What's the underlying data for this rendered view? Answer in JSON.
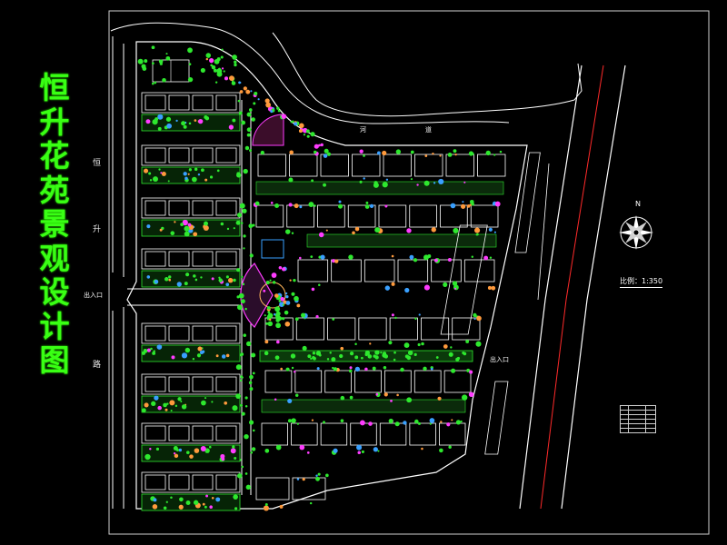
{
  "title_chars": [
    "恒",
    "升",
    "花",
    "苑",
    "景",
    "观",
    "设",
    "计",
    "图"
  ],
  "road_west": [
    "恒",
    "升",
    "路"
  ],
  "labels": {
    "river": "河",
    "river2": "道",
    "entrance_west": "出入口",
    "entrance_east": "出入口",
    "scale": "比例：1:350",
    "north": "N"
  },
  "colors": {
    "background": "#000000",
    "title": "#39ff14",
    "boundary": "#ffffff",
    "road_red": "#ff2a2a",
    "tree_green": "#2ee82e",
    "flower_magenta": "#ff3cff",
    "paving_orange": "#ff9a3c",
    "water_blue": "#39a0ff"
  }
}
